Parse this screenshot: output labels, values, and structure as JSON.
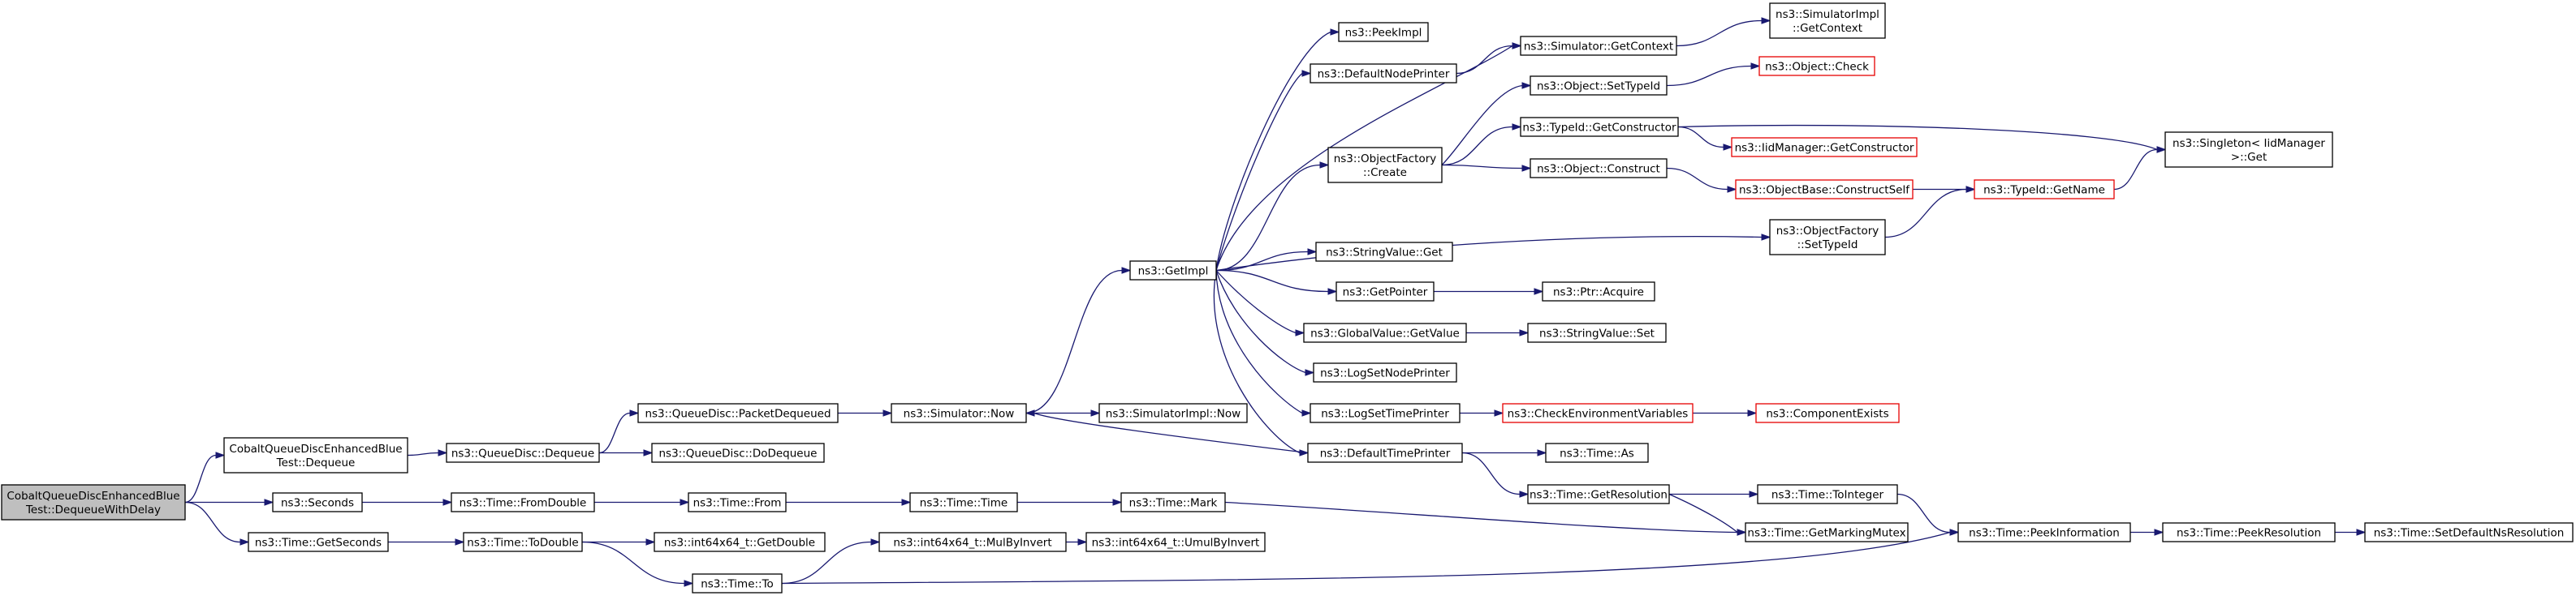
{
  "diagram": {
    "nodes": [
      {
        "id": "root",
        "lines": [
          "CobaltQueueDiscEnhancedBlue",
          "Test::DequeueWithDelay"
        ],
        "style": "root"
      },
      {
        "id": "dequeue_test",
        "lines": [
          "CobaltQueueDiscEnhancedBlue",
          "Test::Dequeue"
        ],
        "style": "normal"
      },
      {
        "id": "seconds",
        "lines": [
          "ns3::Seconds"
        ],
        "style": "normal"
      },
      {
        "id": "get_seconds",
        "lines": [
          "ns3::Time::GetSeconds"
        ],
        "style": "normal"
      },
      {
        "id": "qd_dequeue",
        "lines": [
          "ns3::QueueDisc::Dequeue"
        ],
        "style": "normal"
      },
      {
        "id": "qd_packet_dequeued",
        "lines": [
          "ns3::QueueDisc::PacketDequeued"
        ],
        "style": "normal"
      },
      {
        "id": "qd_dodequeue",
        "lines": [
          "ns3::QueueDisc::DoDequeue"
        ],
        "style": "normal"
      },
      {
        "id": "time_fromdouble",
        "lines": [
          "ns3::Time::FromDouble"
        ],
        "style": "normal"
      },
      {
        "id": "time_todouble",
        "lines": [
          "ns3::Time::ToDouble"
        ],
        "style": "normal"
      },
      {
        "id": "sim_now",
        "lines": [
          "ns3::Simulator::Now"
        ],
        "style": "normal"
      },
      {
        "id": "time_from",
        "lines": [
          "ns3::Time::From"
        ],
        "style": "normal"
      },
      {
        "id": "int64_getdouble",
        "lines": [
          "ns3::int64x64_t::GetDouble"
        ],
        "style": "normal"
      },
      {
        "id": "time_to",
        "lines": [
          "ns3::Time::To"
        ],
        "style": "normal"
      },
      {
        "id": "int64_mulbyinvert",
        "lines": [
          "ns3::int64x64_t::MulByInvert"
        ],
        "style": "normal"
      },
      {
        "id": "time_time",
        "lines": [
          "ns3::Time::Time"
        ],
        "style": "normal"
      },
      {
        "id": "getimpl",
        "lines": [
          "ns3::GetImpl"
        ],
        "style": "normal"
      },
      {
        "id": "simimpl_now",
        "lines": [
          "ns3::SimulatorImpl::Now"
        ],
        "style": "normal"
      },
      {
        "id": "int64_umulbyinvert",
        "lines": [
          "ns3::int64x64_t::UmulByInvert"
        ],
        "style": "normal"
      },
      {
        "id": "time_mark",
        "lines": [
          "ns3::Time::Mark"
        ],
        "style": "normal"
      },
      {
        "id": "peekimpl",
        "lines": [
          "ns3::PeekImpl"
        ],
        "style": "normal"
      },
      {
        "id": "default_node_printer",
        "lines": [
          "ns3::DefaultNodePrinter"
        ],
        "style": "normal"
      },
      {
        "id": "objfactory_create",
        "lines": [
          "ns3::ObjectFactory",
          "::Create"
        ],
        "style": "normal"
      },
      {
        "id": "stringvalue_get",
        "lines": [
          "ns3::StringValue::Get"
        ],
        "style": "normal"
      },
      {
        "id": "getpointer",
        "lines": [
          "ns3::GetPointer"
        ],
        "style": "normal"
      },
      {
        "id": "globalvalue_getvalue",
        "lines": [
          "ns3::GlobalValue::GetValue"
        ],
        "style": "normal"
      },
      {
        "id": "logsetnodeprinter",
        "lines": [
          "ns3::LogSetNodePrinter"
        ],
        "style": "normal"
      },
      {
        "id": "logsettimeprinter",
        "lines": [
          "ns3::LogSetTimePrinter"
        ],
        "style": "normal"
      },
      {
        "id": "default_time_printer",
        "lines": [
          "ns3::DefaultTimePrinter"
        ],
        "style": "normal"
      },
      {
        "id": "sim_getcontext",
        "lines": [
          "ns3::Simulator::GetContext"
        ],
        "style": "normal"
      },
      {
        "id": "object_settypeid",
        "lines": [
          "ns3::Object::SetTypeId"
        ],
        "style": "normal"
      },
      {
        "id": "typeid_getconstructor",
        "lines": [
          "ns3::TypeId::GetConstructor"
        ],
        "style": "normal"
      },
      {
        "id": "object_construct",
        "lines": [
          "ns3::Object::Construct"
        ],
        "style": "normal"
      },
      {
        "id": "ptr_acquire",
        "lines": [
          "ns3::Ptr::Acquire"
        ],
        "style": "normal"
      },
      {
        "id": "stringvalue_set",
        "lines": [
          "ns3::StringValue::Set"
        ],
        "style": "normal"
      },
      {
        "id": "check_env_vars",
        "lines": [
          "ns3::CheckEnvironmentVariables"
        ],
        "style": "red"
      },
      {
        "id": "time_as",
        "lines": [
          "ns3::Time::As"
        ],
        "style": "normal"
      },
      {
        "id": "time_getresolution",
        "lines": [
          "ns3::Time::GetResolution"
        ],
        "style": "normal"
      },
      {
        "id": "simimpl_getcontext",
        "lines": [
          "ns3::SimulatorImpl",
          "::GetContext"
        ],
        "style": "normal"
      },
      {
        "id": "object_check",
        "lines": [
          "ns3::Object::Check"
        ],
        "style": "red"
      },
      {
        "id": "iidmanager_getconstructor",
        "lines": [
          "ns3::IidManager::GetConstructor"
        ],
        "style": "red"
      },
      {
        "id": "objectbase_constructself",
        "lines": [
          "ns3::ObjectBase::ConstructSelf"
        ],
        "style": "red"
      },
      {
        "id": "objfactory_settypeid",
        "lines": [
          "ns3::ObjectFactory",
          "::SetTypeId"
        ],
        "style": "normal"
      },
      {
        "id": "component_exists",
        "lines": [
          "ns3::ComponentExists"
        ],
        "style": "red"
      },
      {
        "id": "time_tointeger",
        "lines": [
          "ns3::Time::ToInteger"
        ],
        "style": "normal"
      },
      {
        "id": "time_getmarkingmutex",
        "lines": [
          "ns3::Time::GetMarkingMutex"
        ],
        "style": "normal"
      },
      {
        "id": "typeid_getname",
        "lines": [
          "ns3::TypeId::GetName"
        ],
        "style": "red"
      },
      {
        "id": "time_peekinformation",
        "lines": [
          "ns3::Time::PeekInformation"
        ],
        "style": "normal"
      },
      {
        "id": "singleton_get",
        "lines": [
          "ns3::Singleton< IidManager",
          ">::Get"
        ],
        "style": "normal"
      },
      {
        "id": "time_peekresolution",
        "lines": [
          "ns3::Time::PeekResolution"
        ],
        "style": "normal"
      },
      {
        "id": "time_setdefaultnsresolution",
        "lines": [
          "ns3::Time::SetDefaultNsResolution"
        ],
        "style": "normal"
      }
    ],
    "edges": [
      [
        "root",
        "dequeue_test"
      ],
      [
        "root",
        "seconds"
      ],
      [
        "root",
        "get_seconds"
      ],
      [
        "dequeue_test",
        "qd_dequeue"
      ],
      [
        "qd_dequeue",
        "qd_packet_dequeued"
      ],
      [
        "qd_dequeue",
        "qd_dodequeue"
      ],
      [
        "qd_packet_dequeued",
        "sim_now"
      ],
      [
        "sim_now",
        "getimpl"
      ],
      [
        "sim_now",
        "simimpl_now"
      ],
      [
        "seconds",
        "time_fromdouble"
      ],
      [
        "time_fromdouble",
        "time_from"
      ],
      [
        "time_from",
        "time_time"
      ],
      [
        "time_time",
        "time_mark"
      ],
      [
        "time_mark",
        "time_getmarkingmutex"
      ],
      [
        "get_seconds",
        "time_todouble"
      ],
      [
        "time_todouble",
        "int64_getdouble"
      ],
      [
        "time_todouble",
        "time_to"
      ],
      [
        "time_to",
        "int64_mulbyinvert"
      ],
      [
        "time_to",
        "time_peekinformation"
      ],
      [
        "int64_mulbyinvert",
        "int64_umulbyinvert"
      ],
      [
        "getimpl",
        "peekimpl"
      ],
      [
        "getimpl",
        "default_node_printer"
      ],
      [
        "getimpl",
        "objfactory_create"
      ],
      [
        "getimpl",
        "objfactory_settypeid"
      ],
      [
        "getimpl",
        "stringvalue_get"
      ],
      [
        "getimpl",
        "getpointer"
      ],
      [
        "getimpl",
        "globalvalue_getvalue"
      ],
      [
        "getimpl",
        "logsetnodeprinter"
      ],
      [
        "getimpl",
        "logsettimeprinter"
      ],
      [
        "getimpl",
        "default_time_printer"
      ],
      [
        "getimpl",
        "sim_getcontext"
      ],
      [
        "default_node_printer",
        "sim_getcontext"
      ],
      [
        "sim_getcontext",
        "simimpl_getcontext"
      ],
      [
        "objfactory_create",
        "object_settypeid"
      ],
      [
        "objfactory_create",
        "typeid_getconstructor"
      ],
      [
        "objfactory_create",
        "object_construct"
      ],
      [
        "object_settypeid",
        "object_check"
      ],
      [
        "typeid_getconstructor",
        "iidmanager_getconstructor"
      ],
      [
        "typeid_getconstructor",
        "singleton_get"
      ],
      [
        "object_construct",
        "objectbase_constructself"
      ],
      [
        "objectbase_constructself",
        "typeid_getname"
      ],
      [
        "objfactory_settypeid",
        "typeid_getname"
      ],
      [
        "typeid_getname",
        "singleton_get"
      ],
      [
        "getpointer",
        "ptr_acquire"
      ],
      [
        "globalvalue_getvalue",
        "stringvalue_set"
      ],
      [
        "logsettimeprinter",
        "check_env_vars"
      ],
      [
        "check_env_vars",
        "component_exists"
      ],
      [
        "default_time_printer",
        "sim_now"
      ],
      [
        "default_time_printer",
        "time_as"
      ],
      [
        "default_time_printer",
        "time_getresolution"
      ],
      [
        "time_getresolution",
        "time_tointeger"
      ],
      [
        "time_getresolution",
        "time_getmarkingmutex"
      ],
      [
        "time_tointeger",
        "time_peekinformation"
      ],
      [
        "time_peekinformation",
        "time_peekresolution"
      ],
      [
        "time_peekresolution",
        "time_setdefaultnsresolution"
      ]
    ]
  }
}
